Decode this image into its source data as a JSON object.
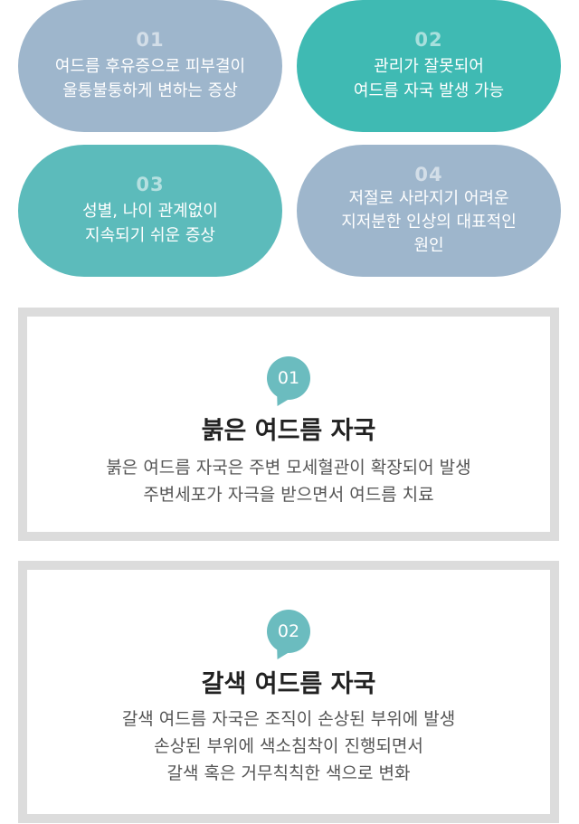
{
  "pills": [
    {
      "num": "01",
      "lines": [
        "여드름 후유증으로 피부결이",
        "울퉁불퉁하게 변하는 증상"
      ],
      "color": "#9eb6cc"
    },
    {
      "num": "02",
      "lines": [
        "관리가 잘못되어",
        "여드름 자국 발생 가능"
      ],
      "color": "#3fbab3"
    },
    {
      "num": "03",
      "lines": [
        "성별, 나이 관계없이",
        "지속되기 쉬운 증상"
      ],
      "color": "#5cbbbb"
    },
    {
      "num": "04",
      "lines": [
        "저절로 사라지기 어려운",
        "지저분한 인상의 대표적인",
        "원인"
      ],
      "color": "#9eb6cc"
    }
  ],
  "cards": [
    {
      "badge": "01",
      "title": "붉은 여드름 자국",
      "desc": [
        "붉은 여드름 자국은 주변 모세혈관이 확장되어 발생",
        "주변세포가 자극을 받으면서 여드름 치료"
      ]
    },
    {
      "badge": "02",
      "title": "갈색 여드름 자국",
      "desc": [
        "갈색 여드름 자국은 조직이 손상된 부위에 발생",
        "손상된 부위에 색소침착이 진행되면서",
        "갈색 혹은 거무칙칙한 색으로 변화"
      ]
    }
  ]
}
